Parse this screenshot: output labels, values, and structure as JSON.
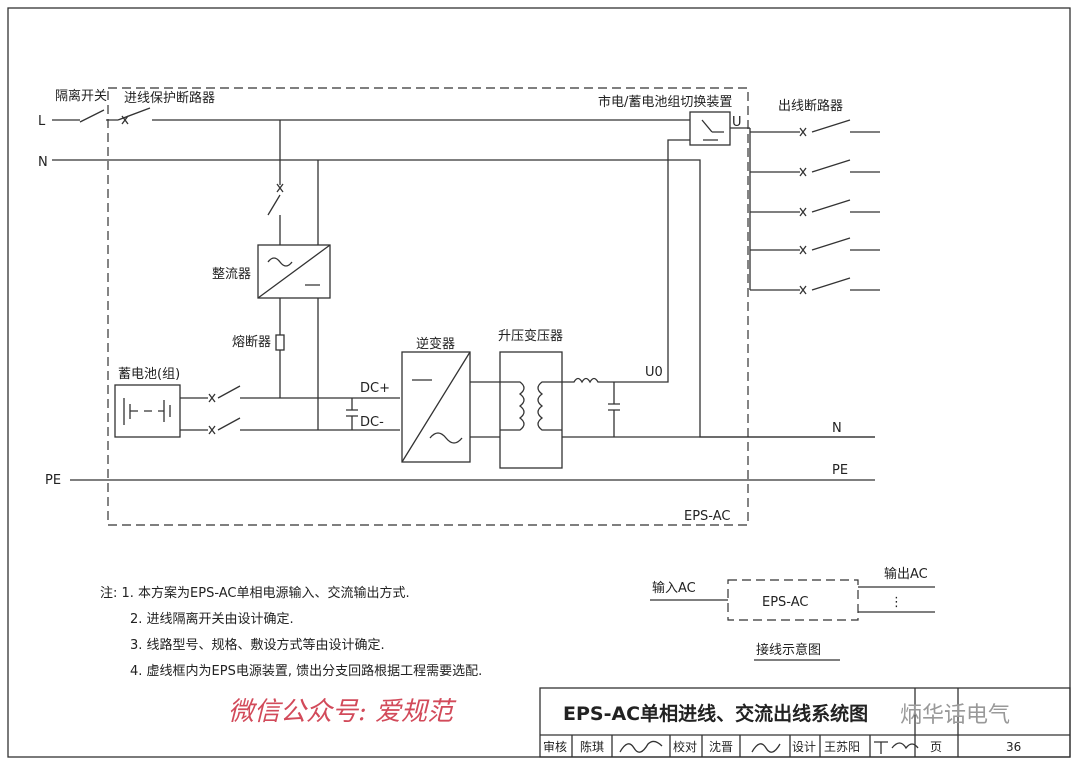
{
  "diagram": {
    "labels": {
      "isolator": "隔离开关",
      "incoming_breaker": "进线保护断路器",
      "transfer_switch": "市电/蓄电池组切换装置",
      "outgoing_breaker": "出线断路器",
      "L": "L",
      "N": "N",
      "rectifier": "整流器",
      "fuse": "熔断器",
      "battery": "蓄电池(组)",
      "inverter": "逆变器",
      "transformer": "升压变压器",
      "dc_plus": "DC+",
      "dc_minus": "DC-",
      "U": "U",
      "U0": "U0",
      "N_out": "N",
      "PE_in": "PE",
      "PE_out": "PE",
      "eps_ac": "EPS-AC"
    },
    "notes": [
      "注: 1. 本方案为EPS-AC单相电源输入、交流输出方式.",
      "2. 进线隔离开关由设计确定.",
      "3. 线路型号、规格、敷设方式等由设计确定.",
      "4. 虚线框内为EPS电源装置, 馈出分支回路根据工程需要选配."
    ],
    "wiring_sketch": {
      "input": "输入AC",
      "output": "输出AC",
      "box": "EPS-AC",
      "dots": "⋮",
      "caption": "接线示意图"
    },
    "watermark_red": "微信公众号: 爱规范",
    "watermark_gray": "炳华话电气"
  },
  "title_block": {
    "title": "EPS-AC单相进线、交流出线系统图",
    "review_label": "审核",
    "reviewer": "陈琪",
    "check_label": "校对",
    "checker": "沈晋",
    "design_label": "设计",
    "designer": "王苏阳",
    "page_label": "页",
    "page": "36"
  }
}
